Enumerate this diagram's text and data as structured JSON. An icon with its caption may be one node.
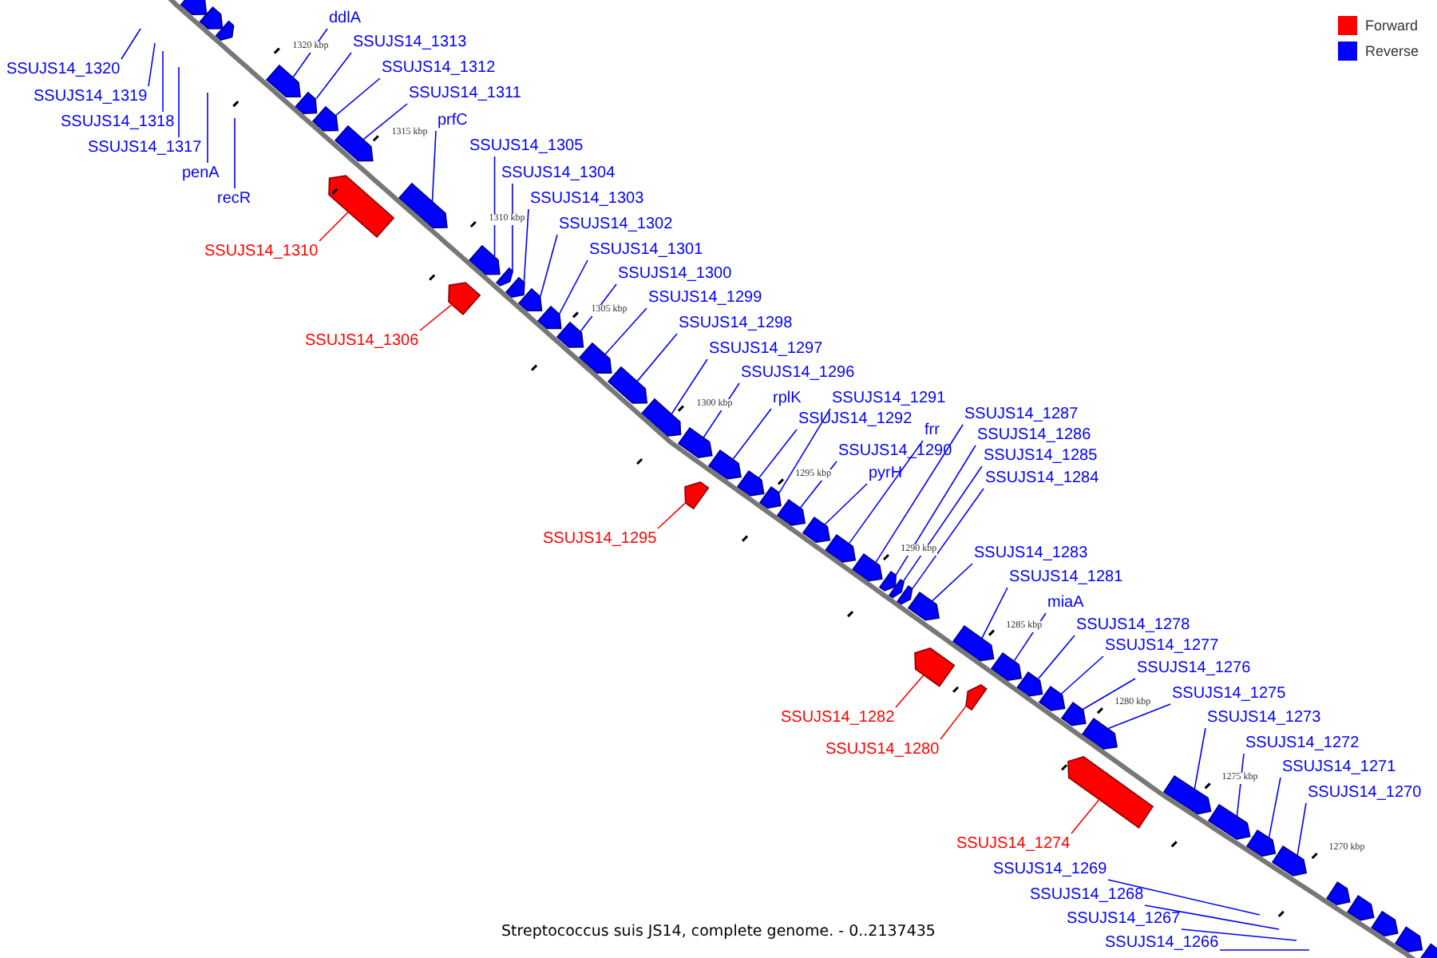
{
  "diagram": {
    "caption": "Streptococcus suis JS14, complete genome. - 0..2137435",
    "nodes": [
      {
        "text": [
          "ddlA"
        ]
      },
      {
        "text": [
          "SSUJS14_1313"
        ]
      },
      {
        "text": [
          "SSUJS14_1320"
        ]
      },
      {
        "text": [
          "SSUJS14_1312"
        ]
      },
      {
        "text": [
          "SSUJS14_1311"
        ]
      },
      {
        "text": [
          "SSUJS14_1319"
        ]
      },
      {
        "text": [
          "prfC"
        ]
      },
      {
        "text": [
          "SSUJS14_1318"
        ]
      },
      {
        "text": [
          "SSUJS14_1305"
        ]
      },
      {
        "text": [
          "SSUJS14_1317"
        ]
      },
      {
        "text": [
          "penA"
        ]
      },
      {
        "text": [
          "SSUJS14_1304"
        ]
      },
      {
        "text": [
          "recR"
        ]
      },
      {
        "text": [
          "SSUJS14_1303"
        ]
      },
      {
        "text": [
          "SSUJS14_1302"
        ]
      },
      {
        "text": [
          "SSUJS14_1301"
        ]
      },
      {
        "text": [
          "SSUJS14_1310"
        ]
      },
      {
        "text": [
          "SSUJS14_1300"
        ]
      },
      {
        "text": [
          "SSUJS14_1299"
        ]
      },
      {
        "text": [
          "SSUJS14_1298"
        ]
      },
      {
        "text": [
          "SSUJS14_1306"
        ]
      },
      {
        "text": [
          "SSUJS14_1297"
        ]
      },
      {
        "text": [
          "SSUJS14_1296"
        ]
      },
      {
        "text": [
          "rplK"
        ]
      },
      {
        "text": [
          "SSUJS14_1291"
        ]
      },
      {
        "text": [
          "SSUJS14_1287"
        ]
      },
      {
        "text": [
          "SSUJS14_1292"
        ]
      },
      {
        "text": [
          "frr"
        ]
      },
      {
        "text": [
          "SSUJS14_1286"
        ]
      },
      {
        "text": [
          "SSUJS14_1290"
        ]
      },
      {
        "text": [
          "SSUJS14_1285"
        ]
      },
      {
        "text": [
          "pyrH"
        ]
      },
      {
        "text": [
          "SSUJS14_1284"
        ]
      },
      {
        "text": [
          "SSUJS14_1295"
        ]
      },
      {
        "text": [
          "SSUJS14_1283"
        ]
      },
      {
        "text": [
          "SSUJS14_1281"
        ]
      },
      {
        "text": [
          "miaA"
        ]
      },
      {
        "text": [
          "SSUJS14_1278"
        ]
      },
      {
        "text": [
          "SSUJS14_1277"
        ]
      },
      {
        "text": [
          "SSUJS14_1276"
        ]
      },
      {
        "text": [
          "SSUJS14_1275"
        ]
      },
      {
        "text": [
          "SSUJS14_1282"
        ]
      },
      {
        "text": [
          "SSUJS14_1273"
        ]
      },
      {
        "text": [
          "SSUJS14_1272"
        ]
      },
      {
        "text": [
          "SSUJS14_1280"
        ]
      },
      {
        "text": [
          "SSUJS14_1271"
        ]
      },
      {
        "text": [
          "SSUJS14_1270"
        ]
      },
      {
        "text": [
          "SSUJS14_1274"
        ]
      },
      {
        "text": [
          "SSUJS14_1269"
        ]
      },
      {
        "text": [
          "SSUJS14_1268"
        ]
      },
      {
        "text": [
          "SSUJS14_1267"
        ]
      },
      {
        "text": [
          "SSUJS14_1266"
        ]
      },
      {
        "text": [],
        "shape": "box"
      },
      {
        "text": [],
        "shape": "box"
      },
      {
        "text": [],
        "shape": "box"
      },
      {
        "text": [],
        "shape": "box"
      },
      {
        "text": [],
        "shape": "box"
      },
      {
        "text": [],
        "shape": "box"
      },
      {
        "text": [],
        "shape": "box"
      },
      {
        "text": [],
        "shape": "box"
      },
      {
        "text": [],
        "shape": "box"
      },
      {
        "text": [],
        "shape": "box"
      },
      {
        "text": [],
        "shape": "box"
      },
      {
        "text": [],
        "shape": "box"
      },
      {
        "text": [],
        "shape": "box"
      },
      {
        "text": [],
        "shape": "box"
      },
      {
        "text": [],
        "shape": "box"
      },
      {
        "text": [],
        "shape": "box"
      },
      {
        "text": [],
        "shape": "box"
      },
      {
        "text": [],
        "shape": "box"
      },
      {
        "text": [],
        "shape": "box"
      },
      {
        "text": [],
        "shape": "box"
      },
      {
        "text": [],
        "shape": "box"
      },
      {
        "text": [],
        "shape": "box"
      },
      {
        "text": [],
        "shape": "box"
      },
      {
        "text": [],
        "shape": "box"
      },
      {
        "text": [],
        "shape": "box"
      },
      {
        "text": [],
        "shape": "box"
      },
      {
        "text": [],
        "shape": "box"
      },
      {
        "text": [],
        "shape": "box"
      },
      {
        "text": [],
        "shape": "box"
      },
      {
        "text": [],
        "shape": "box"
      },
      {
        "text": [],
        "shape": "box"
      },
      {
        "text": [],
        "shape": "box"
      },
      {
        "text": [],
        "shape": "box"
      },
      {
        "text": [],
        "shape": "box"
      },
      {
        "text": [],
        "shape": "box"
      },
      {
        "text": [],
        "shape": "box"
      },
      {
        "text": [],
        "shape": "box"
      },
      {
        "text": [],
        "shape": "box"
      },
      {
        "text": [],
        "shape": "box"
      },
      {
        "text": [],
        "shape": "box"
      },
      {
        "text": [],
        "shape": "box"
      },
      {
        "text": [],
        "shape": "box"
      }
    ],
    "edges": [
      {
        "from": 0,
        "to": 52,
        "arrow": "none"
      },
      {
        "from": 1,
        "to": 53,
        "arrow": "none"
      },
      {
        "from": 2,
        "to": null,
        "arrow": "none"
      },
      {
        "from": 3,
        "to": 54,
        "arrow": "none"
      },
      {
        "from": 4,
        "to": 55,
        "arrow": "none"
      },
      {
        "from": 5,
        "to": null,
        "arrow": "none"
      },
      {
        "from": 6,
        "to": 56,
        "arrow": "none"
      },
      {
        "from": 7,
        "to": null,
        "arrow": "none"
      },
      {
        "from": 8,
        "to": 57,
        "arrow": "none"
      },
      {
        "from": 9,
        "to": null,
        "arrow": "none"
      },
      {
        "from": 10,
        "to": null,
        "arrow": "none"
      },
      {
        "from": 11,
        "to": 58,
        "arrow": "none"
      },
      {
        "from": 12,
        "to": null,
        "arrow": "none"
      },
      {
        "from": 13,
        "to": 59,
        "arrow": "none"
      },
      {
        "from": 14,
        "to": 60,
        "arrow": "none"
      },
      {
        "from": 15,
        "to": 61,
        "arrow": "none"
      },
      {
        "from": 16,
        "to": 62,
        "arrow": "none",
        "color": "#ff0000"
      },
      {
        "from": 17,
        "to": 63,
        "arrow": "none"
      },
      {
        "from": 18,
        "to": 64,
        "arrow": "none"
      },
      {
        "from": 19,
        "to": 65,
        "arrow": "none"
      },
      {
        "from": 20,
        "to": 66,
        "arrow": "none",
        "color": "#ff0000"
      },
      {
        "from": 21,
        "to": 67,
        "arrow": "none"
      },
      {
        "from": 22,
        "to": 68,
        "arrow": "none"
      },
      {
        "from": 23,
        "to": 69,
        "arrow": "none"
      },
      {
        "from": 24,
        "to": 70,
        "arrow": "none"
      },
      {
        "from": 25,
        "to": 71,
        "arrow": "none"
      },
      {
        "from": 26,
        "to": 72,
        "arrow": "none"
      },
      {
        "from": 27,
        "to": 73,
        "arrow": "none"
      },
      {
        "from": 28,
        "to": 74,
        "arrow": "none"
      },
      {
        "from": 29,
        "to": 75,
        "arrow": "none"
      },
      {
        "from": 30,
        "to": 76,
        "arrow": "none"
      },
      {
        "from": 31,
        "to": 77,
        "arrow": "none"
      },
      {
        "from": 32,
        "to": 78,
        "arrow": "none"
      },
      {
        "from": 33,
        "to": 79,
        "arrow": "none",
        "color": "#ff0000"
      },
      {
        "from": 34,
        "to": 80,
        "arrow": "none"
      },
      {
        "from": 35,
        "to": 81,
        "arrow": "none"
      },
      {
        "from": 36,
        "to": 82,
        "arrow": "none"
      },
      {
        "from": 37,
        "to": 83,
        "arrow": "none"
      },
      {
        "from": 38,
        "to": 84,
        "arrow": "none"
      },
      {
        "from": 39,
        "to": 85,
        "arrow": "none"
      },
      {
        "from": 40,
        "to": 86,
        "arrow": "none"
      },
      {
        "from": 41,
        "to": 87,
        "arrow": "none",
        "color": "#ff0000"
      },
      {
        "from": 42,
        "to": 88,
        "arrow": "none"
      },
      {
        "from": 43,
        "to": 89,
        "arrow": "none"
      },
      {
        "from": 44,
        "to": 90,
        "arrow": "none",
        "color": "#ff0000"
      },
      {
        "from": 45,
        "to": 91,
        "arrow": "none"
      },
      {
        "from": 46,
        "to": 92,
        "arrow": "none"
      },
      {
        "from": 47,
        "to": 93,
        "arrow": "none",
        "color": "#ff0000"
      },
      {
        "from": 48,
        "to": null,
        "arrow": "none"
      },
      {
        "from": 49,
        "to": null,
        "arrow": "none"
      },
      {
        "from": 50,
        "to": null,
        "arrow": "none"
      },
      {
        "from": 51,
        "to": null,
        "arrow": "none"
      }
    ],
    "labels": [
      "1320 kbp",
      "1315 kbp",
      "1310 kbp",
      "1305 kbp",
      "1300 kbp",
      "1295 kbp",
      "1290 kbp",
      "1285 kbp",
      "1280 kbp",
      "1275 kbp",
      "1270 kbp"
    ],
    "legend": [
      {
        "text": "Forward",
        "color": "#ff0000"
      },
      {
        "text": "Reverse",
        "color": "#0000ff"
      }
    ]
  }
}
